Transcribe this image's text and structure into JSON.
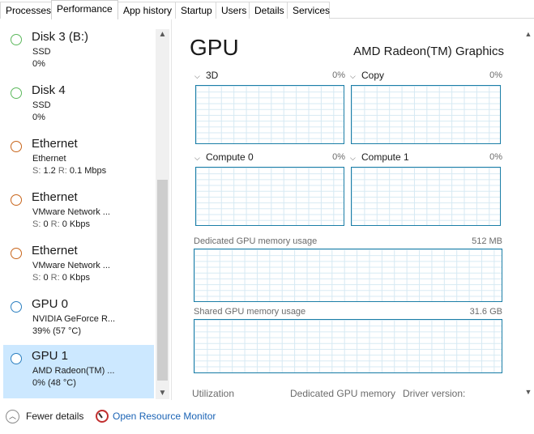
{
  "tabs": [
    {
      "label": "Processes",
      "active": false
    },
    {
      "label": "Performance",
      "active": true
    },
    {
      "label": "App history",
      "active": false
    },
    {
      "label": "Startup",
      "active": false
    },
    {
      "label": "Users",
      "active": false
    },
    {
      "label": "Details",
      "active": false
    },
    {
      "label": "Services",
      "active": false
    }
  ],
  "sidebar": {
    "items": [
      {
        "title": "Disk 3 (B:)",
        "line2": "SSD",
        "line3": "0%",
        "ring_color": "#5cb85c"
      },
      {
        "title": "Disk 4",
        "line2": "SSD",
        "line3": "0%",
        "ring_color": "#5cb85c"
      },
      {
        "title": "Ethernet",
        "line2": "Ethernet",
        "line3_prefix_s": "S:",
        "line3_s": "1.2",
        "line3_prefix_r": "R:",
        "line3_r": "0.1 Mbps",
        "ring_color": "#c8651b"
      },
      {
        "title": "Ethernet",
        "line2": "VMware Network ...",
        "line3_prefix_s": "S:",
        "line3_s": "0",
        "line3_prefix_r": "R:",
        "line3_r": "0 Kbps",
        "ring_color": "#c8651b"
      },
      {
        "title": "Ethernet",
        "line2": "VMware Network ...",
        "line3_prefix_s": "S:",
        "line3_s": "0",
        "line3_prefix_r": "R:",
        "line3_r": "0 Kbps",
        "ring_color": "#c8651b"
      },
      {
        "title": "GPU 0",
        "line2": "NVIDIA GeForce R...",
        "line3": "39%  (57 °C)",
        "ring_color": "#2b7fc0"
      },
      {
        "title": "GPU 1",
        "line2": "AMD Radeon(TM) ...",
        "line3": "0%  (48 °C)",
        "ring_color": "#2b7fc0",
        "selected": true
      }
    ]
  },
  "main": {
    "title": "GPU",
    "device_name": "AMD Radeon(TM) Graphics",
    "engines": [
      {
        "label": "3D",
        "value": "0%"
      },
      {
        "label": "Copy",
        "value": "0%"
      },
      {
        "label": "Compute 0",
        "value": "0%"
      },
      {
        "label": "Compute 1",
        "value": "0%"
      }
    ],
    "dedicated": {
      "label": "Dedicated GPU memory usage",
      "value": "512 MB"
    },
    "shared": {
      "label": "Shared GPU memory usage",
      "value": "31.6 GB"
    },
    "stats": {
      "utilization": "Utilization",
      "dedicated_memory": "Dedicated GPU memory",
      "driver_version": "Driver version:"
    }
  },
  "footer": {
    "fewer_details": "Fewer details",
    "open_resource_monitor": "Open Resource Monitor"
  },
  "icons": {
    "expand": "chevron-down-icon",
    "fewer": "chevron-up-icon",
    "monitor": "resource-monitor-icon"
  },
  "colors": {
    "graph_border": "#1b7ea7",
    "graph_grid": "#d6e9f3",
    "selection": "#cce8ff",
    "link": "#1a63b5"
  }
}
